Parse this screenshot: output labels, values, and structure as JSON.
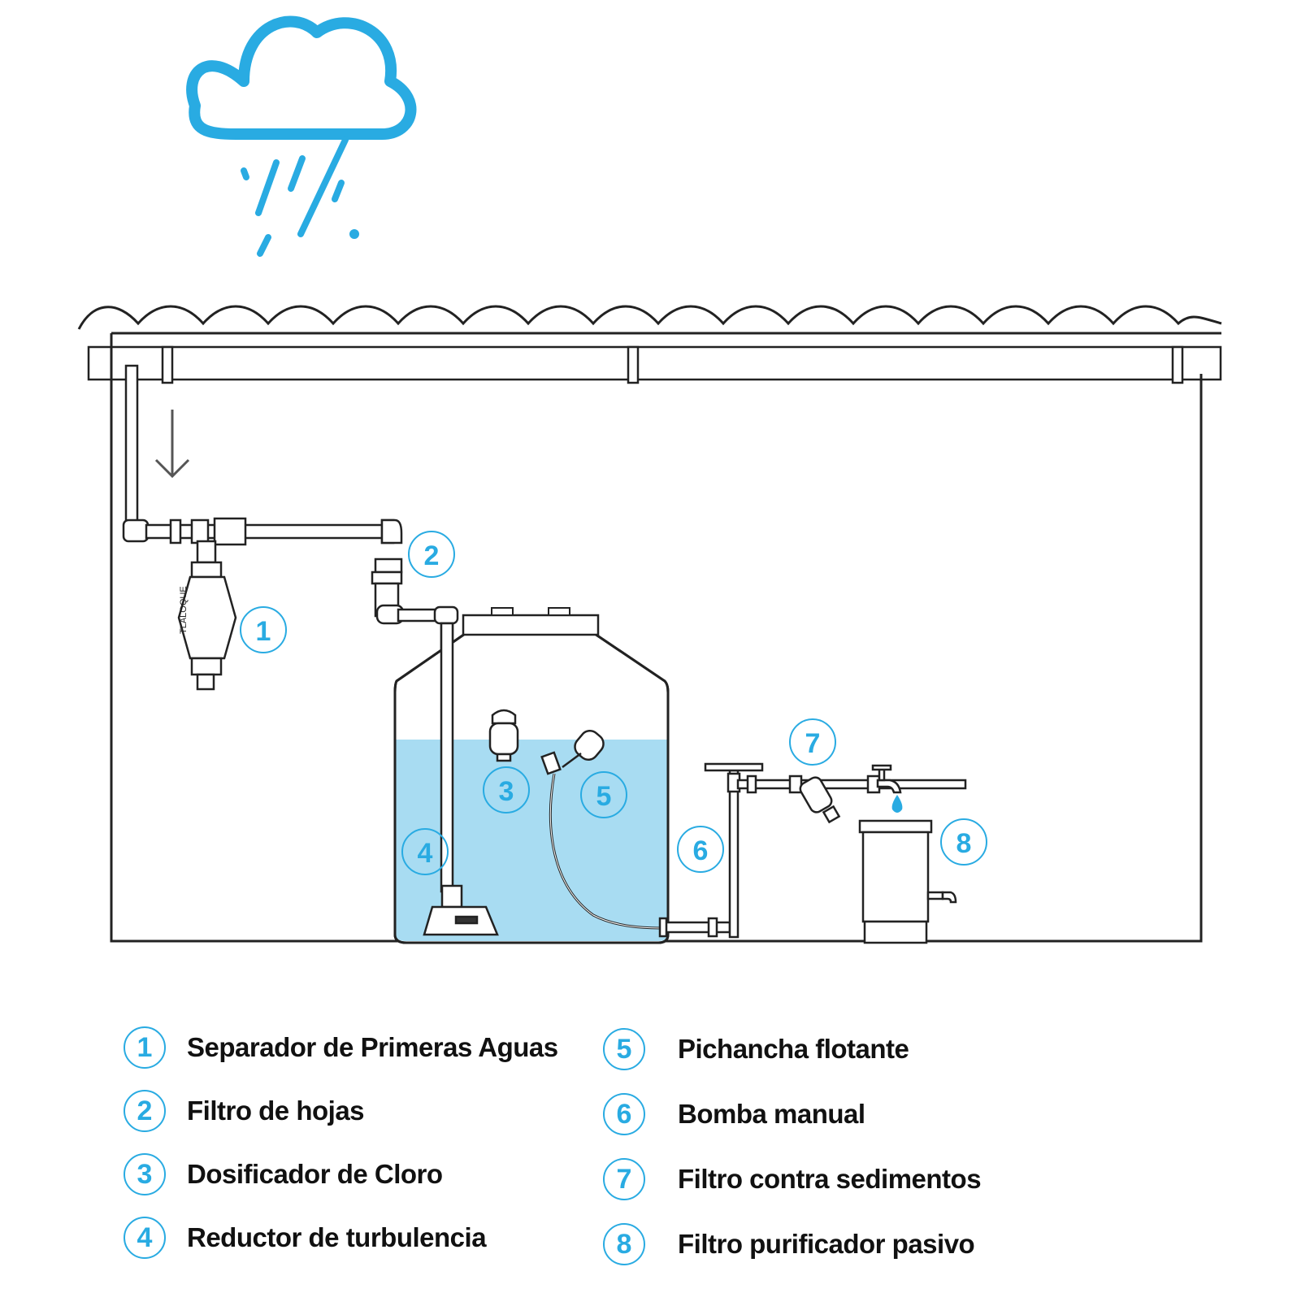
{
  "callouts": [
    "1",
    "2",
    "3",
    "4",
    "5",
    "6",
    "7",
    "8"
  ],
  "legend": [
    {
      "num": "1",
      "label": "Separador de Primeras Aguas"
    },
    {
      "num": "2",
      "label": "Filtro de hojas"
    },
    {
      "num": "3",
      "label": "Dosificador de Cloro"
    },
    {
      "num": "4",
      "label": "Reductor de turbulencia"
    },
    {
      "num": "5",
      "label": "Pichancha flotante"
    },
    {
      "num": "6",
      "label": "Bomba manual"
    },
    {
      "num": "7",
      "label": "Filtro contra sedimentos"
    },
    {
      "num": "8",
      "label": "Filtro purificador pasivo"
    }
  ],
  "colors": {
    "accent": "#29abe2",
    "water": "#a8dcf2",
    "line": "#222222"
  },
  "icons": [
    "rain-cloud-icon",
    "down-arrow-icon",
    "water-drop-icon"
  ]
}
